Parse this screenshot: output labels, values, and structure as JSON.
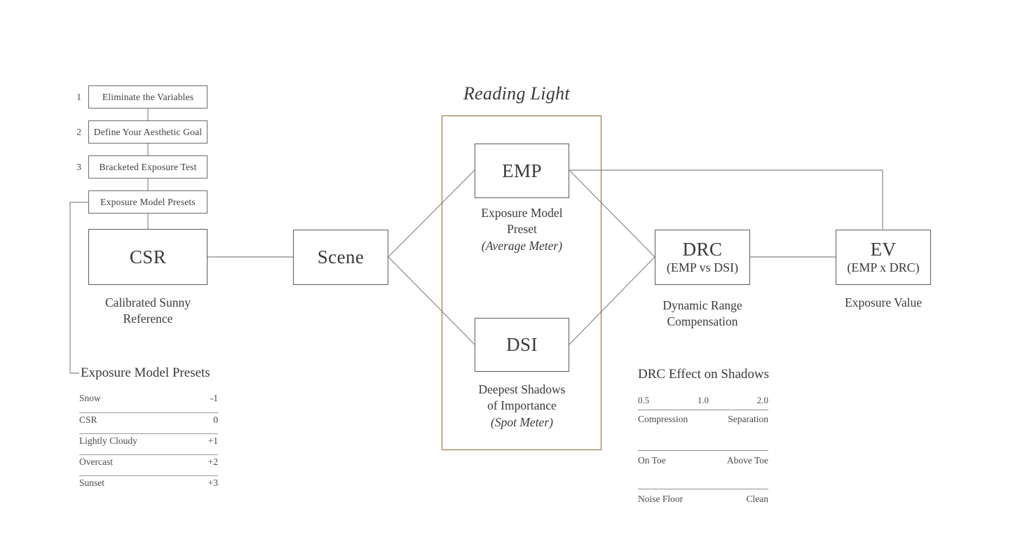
{
  "steps": [
    {
      "num": "1",
      "label": "Eliminate the Variables"
    },
    {
      "num": "2",
      "label": "Define Your Aesthetic Goal"
    },
    {
      "num": "3",
      "label": "Bracketed Exposure Test"
    },
    {
      "num": "",
      "label": "Exposure Model Presets"
    }
  ],
  "nodes": {
    "csr": {
      "title": "CSR",
      "sub": "",
      "caption": "Calibrated Sunny\nReference"
    },
    "scene": {
      "title": "Scene",
      "sub": "",
      "caption": ""
    },
    "emp": {
      "title": "EMP",
      "sub": "",
      "caption_l1": "Exposure Model",
      "caption_l2": "Preset",
      "caption_italic": "(Average Meter)"
    },
    "dsi": {
      "title": "DSI",
      "sub": "",
      "caption_l1": "Deepest Shadows",
      "caption_l2": "of Importance",
      "caption_italic": "(Spot Meter)"
    },
    "drc": {
      "title": "DRC",
      "sub": "(EMP vs DSI)",
      "caption_l1": "Dynamic Range",
      "caption_l2": "Compensation"
    },
    "ev": {
      "title": "EV",
      "sub": "(EMP x DRC)",
      "caption_l1": "Exposure Value",
      "caption_l2": ""
    }
  },
  "reading_light": {
    "title": "Reading Light",
    "frame_color": "#8a6734"
  },
  "presets_panel": {
    "title": "Exposure Model Presets",
    "rows": [
      {
        "label": "Snow",
        "value": "-1"
      },
      {
        "label": "CSR",
        "value": "0"
      },
      {
        "label": "Lightly Cloudy",
        "value": "+1"
      },
      {
        "label": "Overcast",
        "value": "+2"
      },
      {
        "label": "Sunset",
        "value": "+3"
      }
    ]
  },
  "drc_panel": {
    "title": "DRC Effect on Shadows",
    "ticks": [
      "0.5",
      "1.0",
      "2.0"
    ],
    "scales": [
      {
        "left": "Compression",
        "right": "Separation"
      },
      {
        "left": "On Toe",
        "right": "Above Toe"
      },
      {
        "left": "Noise Floor",
        "right": "Clean"
      }
    ]
  },
  "colors": {
    "line": "#9a9a9a",
    "box_border": "#5b5b5b",
    "text": "#3a3a3a",
    "accent": "#8a6734",
    "background": "#ffffff"
  }
}
